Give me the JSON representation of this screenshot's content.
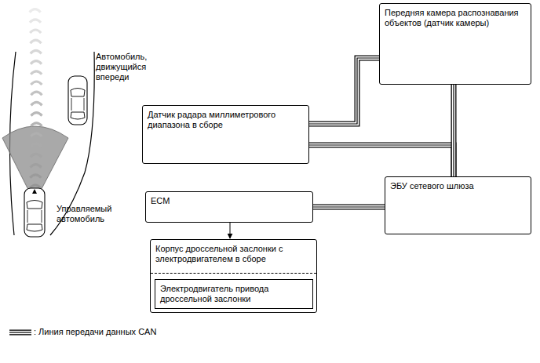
{
  "diagram": {
    "nodes": [
      {
        "text": [
          "Передняя камера распознавания объектов (датчик камеры)"
        ]
      },
      {
        "text": [
          "Датчик радара миллиметрового диапазона в сборе"
        ]
      },
      {
        "text": [
          "ЭБУ сетевого шлюза"
        ]
      },
      {
        "text": [
          "ECM"
        ]
      },
      {
        "text": [
          "Корпус дроссельной заслонки с электродвигателем в сборе"
        ]
      },
      {
        "text": [
          "Электродвигатель привода дроссельной заслонки"
        ],
        "in": 4
      }
    ],
    "edges": [
      {
        "from": 0,
        "to": 1,
        "arrow": "none"
      },
      {
        "from": 1,
        "to": 2,
        "arrow": "none"
      },
      {
        "from": 0,
        "to": 2,
        "arrow": "none"
      },
      {
        "from": 3,
        "to": 2,
        "arrow": "none"
      },
      {
        "from": 3,
        "to": 4,
        "arrow": "to"
      }
    ],
    "labels": [
      "Автомобиль, движущийся впереди",
      "Управляемый автомобиль"
    ],
    "legend": [
      {
        "text": ": Линия передачи данных CAN"
      }
    ]
  }
}
